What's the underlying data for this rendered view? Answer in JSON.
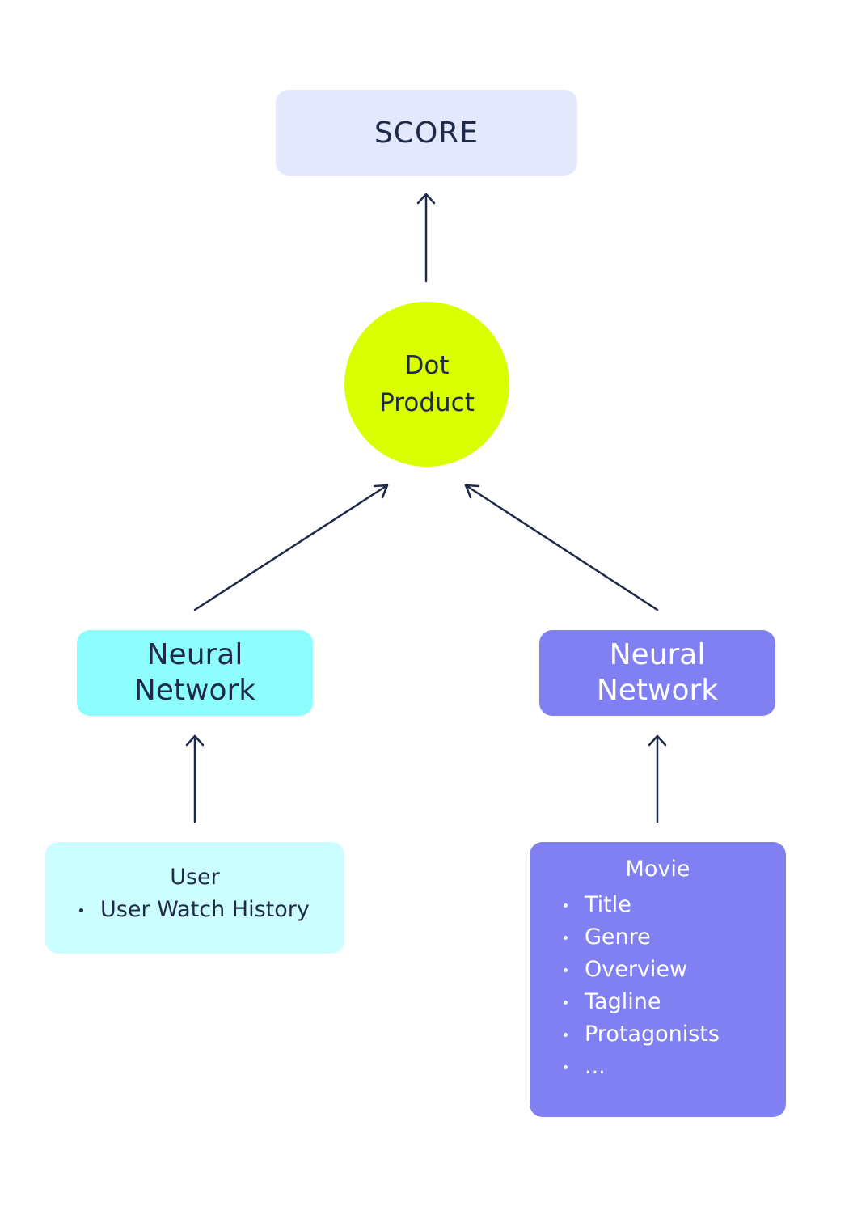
{
  "score": {
    "label": "SCORE"
  },
  "dot_product": {
    "line1": "Dot",
    "line2": "Product"
  },
  "neural_network_left": {
    "line1": "Neural",
    "line2": "Network"
  },
  "neural_network_right": {
    "line1": "Neural",
    "line2": "Network"
  },
  "user": {
    "title": "User",
    "items": [
      "User Watch History"
    ]
  },
  "movie": {
    "title": "Movie",
    "items": [
      "Title",
      "Genre",
      "Overview",
      "Tagline",
      "Protagonists",
      "..."
    ]
  },
  "colors": {
    "score_bg": "#e4e8fc",
    "dot_product_bg": "#d9ff00",
    "user_nn_bg": "#8efdfd",
    "user_box_bg": "#ccfeff",
    "movie_bg": "#8080f2",
    "arrow": "#1f2a4a"
  }
}
